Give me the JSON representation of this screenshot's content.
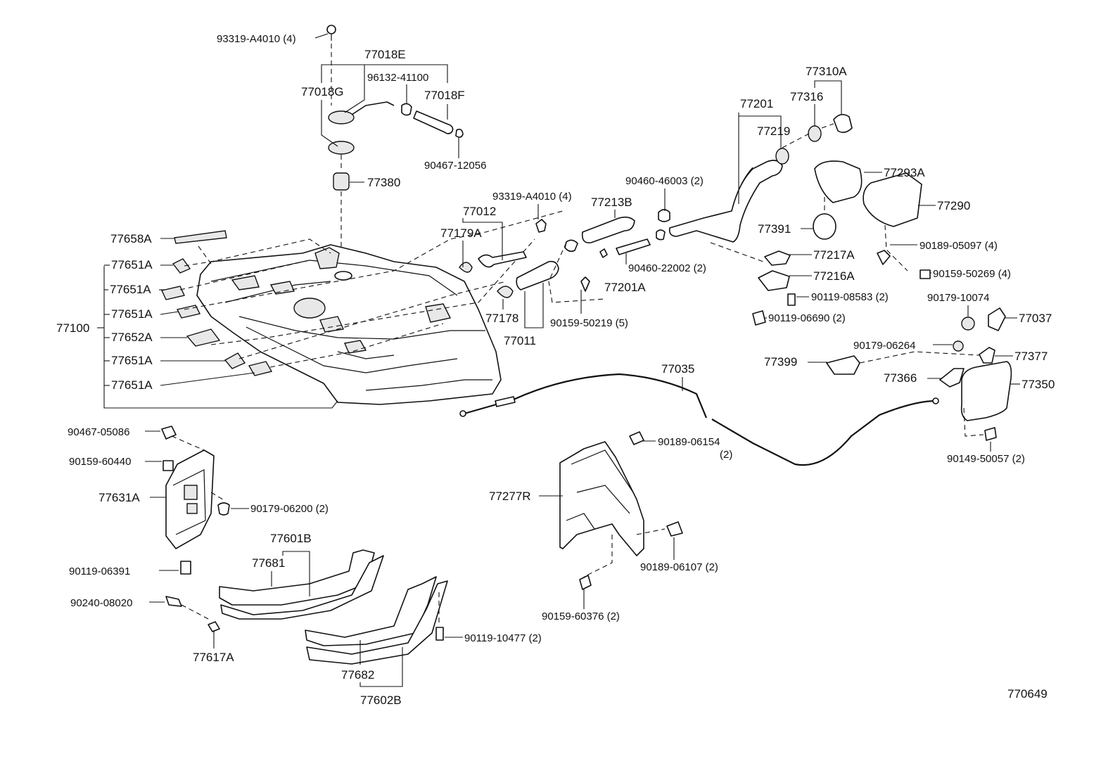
{
  "diagram": {
    "id_code": "770649",
    "labels": {
      "p93319_a4010_top": "93319-A4010 (4)",
      "p77018e": "77018E",
      "p96132": "96132-41100",
      "p77018g": "77018G",
      "p77018f": "77018F",
      "p90467_12056": "90467-12056",
      "p77380": "77380",
      "p77658a": "77658A",
      "p77651a_1": "77651A",
      "p77651a_2": "77651A",
      "p77651a_3": "77651A",
      "p77652a": "77652A",
      "p77651a_4": "77651A",
      "p77651a_5": "77651A",
      "p77100": "77100",
      "p93319_a4010_mid": "93319-A4010 (4)",
      "p77012": "77012",
      "p77179a": "77179A",
      "p77178": "77178",
      "p77011": "77011",
      "p90159_50219": "90159-50219 (5)",
      "p77213b": "77213B",
      "p90460_46003": "90460-46003 (2)",
      "p77201": "77201",
      "p77219": "77219",
      "p77316": "77316",
      "p77310a": "77310A",
      "p77293a": "77293A",
      "p77290": "77290",
      "p77391": "77391",
      "p77217a": "77217A",
      "p90460_22002": "90460-22002 (2)",
      "p77201a": "77201A",
      "p77216a": "77216A",
      "p90119_08583": "90119-08583 (2)",
      "p90119_06690": "90119-06690 (2)",
      "p90189_05097": "90189-05097 (4)",
      "p90159_50269": "90159-50269 (4)",
      "p90179_10074": "90179-10074",
      "p77037": "77037",
      "p90179_06264": "90179-06264",
      "p77377": "77377",
      "p77399": "77399",
      "p77366": "77366",
      "p77350": "77350",
      "p77035": "77035",
      "p90149_50057": "90149-50057 (2)",
      "p90189_06154": "90189-06154",
      "p90189_06154_qty": "(2)",
      "p77277r": "77277R",
      "p90189_06107": "90189-06107 (2)",
      "p90159_60376": "90159-60376 (2)",
      "p90467_05086": "90467-05086",
      "p90159_60440": "90159-60440",
      "p77631a": "77631A",
      "p90179_06200": "90179-06200 (2)",
      "p77601b": "77601B",
      "p77681": "77681",
      "p90119_06391": "90119-06391",
      "p90240_08020": "90240-08020",
      "p77617a": "77617A",
      "p90119_10477": "90119-10477 (2)",
      "p77682": "77682",
      "p77602b": "77602B"
    }
  }
}
